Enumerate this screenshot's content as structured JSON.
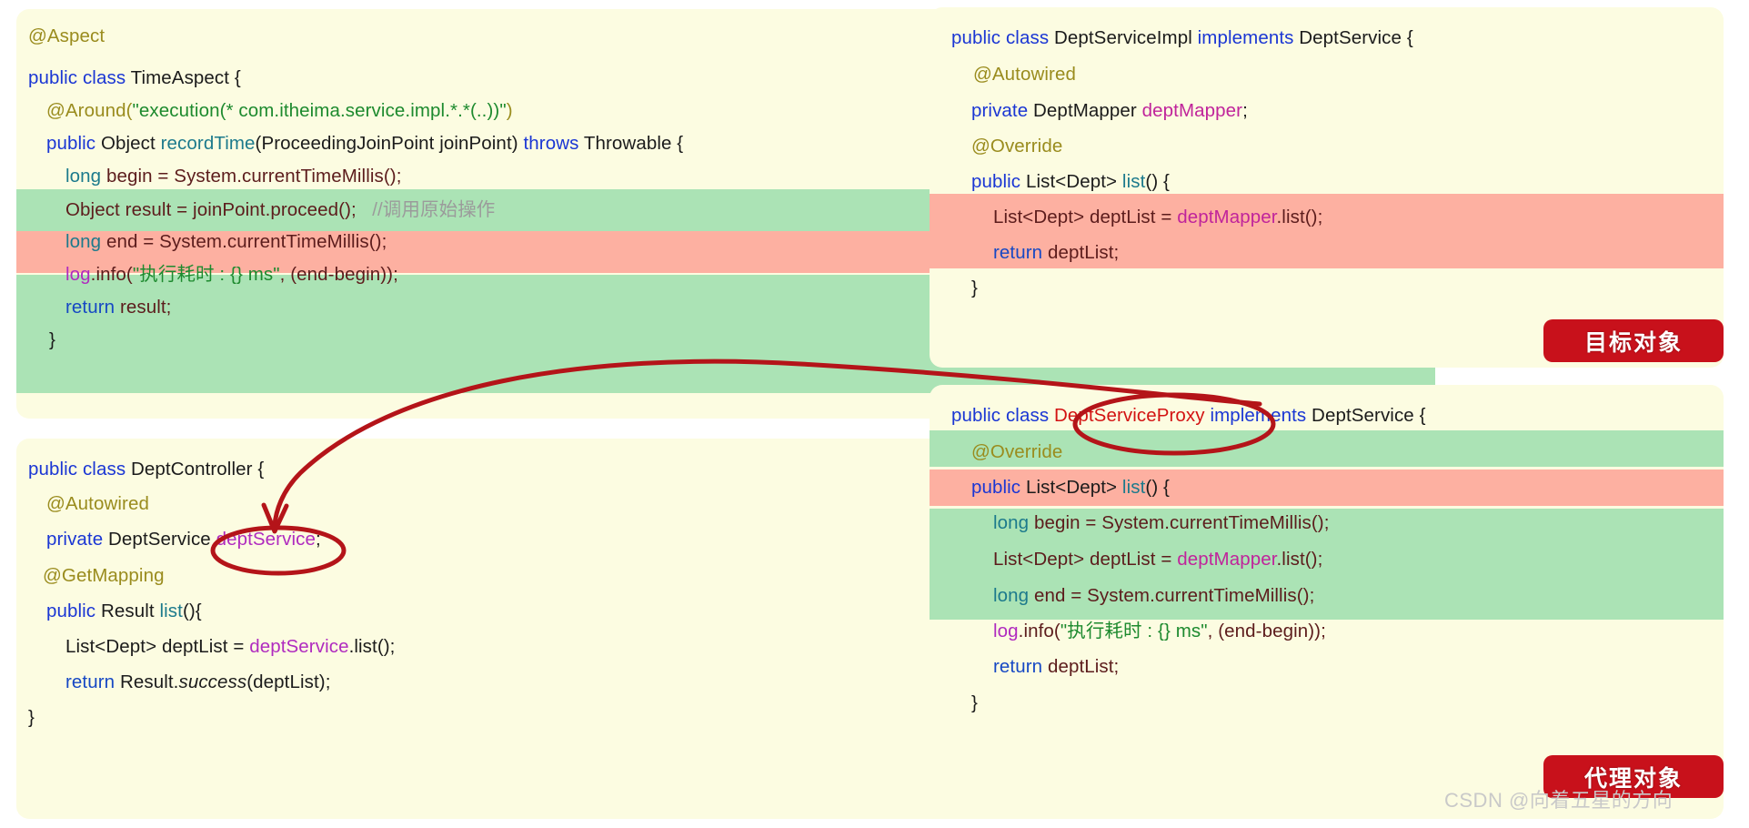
{
  "colors": {
    "panel_bg": "#fcfce1",
    "highlight_green": "#abe3b5",
    "highlight_pink": "#fdb0a1",
    "badge_red": "#c8111b",
    "annotation_red": "#b41419",
    "keyword_blue": "#1a36d4",
    "annotation_olive": "#9a8c1e",
    "string_green": "#1d8a2e",
    "field_purple": "#b02bbf",
    "method_teal": "#1c7a8c",
    "comment_gray": "#9b9b9b",
    "page_bg": "#ffffff"
  },
  "panels": {
    "aspect": {
      "name": "TimeAspect",
      "lines": [
        {
          "id": "l1",
          "text": "@Aspect",
          "highlight": "none"
        },
        {
          "id": "l2",
          "text": "public class TimeAspect {",
          "highlight": "none"
        },
        {
          "id": "l3",
          "text": "@Around(\"execution(* com.itheima.service.impl.*.*(..))\")",
          "highlight": "none"
        },
        {
          "id": "l4",
          "text": "public Object recordTime(ProceedingJoinPoint joinPoint) throws Throwable {",
          "highlight": "none"
        },
        {
          "id": "l5",
          "text": "long begin = System.currentTimeMillis();",
          "highlight": "green"
        },
        {
          "id": "l6",
          "text": "Object result = joinPoint.proceed();   //调用原始操作",
          "highlight": "pink"
        },
        {
          "id": "l7",
          "text": "long end = System.currentTimeMillis();",
          "highlight": "green"
        },
        {
          "id": "l8",
          "text": "log.info(\"执行耗时 : {} ms\", (end-begin));",
          "highlight": "green"
        },
        {
          "id": "l9",
          "text": "return result;",
          "highlight": "green"
        },
        {
          "id": "l10",
          "text": "}",
          "highlight": "none"
        }
      ]
    },
    "controller": {
      "name": "DeptController",
      "lines": [
        {
          "id": "c1",
          "text": "public class DeptController {",
          "highlight": "none"
        },
        {
          "id": "c2",
          "text": "@Autowired",
          "highlight": "none"
        },
        {
          "id": "c3",
          "text": "private DeptService deptService;",
          "highlight": "none"
        },
        {
          "id": "c4",
          "text": "@GetMapping",
          "highlight": "none"
        },
        {
          "id": "c5",
          "text": "public Result list(){",
          "highlight": "none"
        },
        {
          "id": "c6",
          "text": "List<Dept> deptList = deptService.list();",
          "highlight": "none"
        },
        {
          "id": "c7",
          "text": "return Result.success(deptList);",
          "highlight": "none"
        },
        {
          "id": "c8",
          "text": "}",
          "highlight": "none"
        }
      ]
    },
    "service_impl": {
      "name": "DeptServiceImpl",
      "badge": "目标对象",
      "lines": [
        {
          "id": "s1",
          "text": "public class DeptServiceImpl implements DeptService {",
          "highlight": "none"
        },
        {
          "id": "s2",
          "text": "@Autowired",
          "highlight": "none"
        },
        {
          "id": "s3",
          "text": "private DeptMapper deptMapper;",
          "highlight": "none"
        },
        {
          "id": "s4",
          "text": "@Override",
          "highlight": "none"
        },
        {
          "id": "s5",
          "text": "public List<Dept> list() {",
          "highlight": "none"
        },
        {
          "id": "s6",
          "text": "List<Dept> deptList = deptMapper.list();",
          "highlight": "pink"
        },
        {
          "id": "s7",
          "text": "return deptList;",
          "highlight": "pink"
        },
        {
          "id": "s8",
          "text": "}",
          "highlight": "none"
        }
      ]
    },
    "service_proxy": {
      "name": "DeptServiceProxy",
      "badge": "代理对象",
      "lines": [
        {
          "id": "p1",
          "text": "public class DeptServiceProxy implements DeptService {",
          "highlight": "none"
        },
        {
          "id": "p2",
          "text": "@Override",
          "highlight": "none"
        },
        {
          "id": "p3",
          "text": "public List<Dept> list() {",
          "highlight": "none"
        },
        {
          "id": "p4",
          "text": "long begin = System.currentTimeMillis();",
          "highlight": "green"
        },
        {
          "id": "p5",
          "text": "List<Dept> deptList = deptMapper.list();",
          "highlight": "pink"
        },
        {
          "id": "p6",
          "text": "long end = System.currentTimeMillis();",
          "highlight": "green"
        },
        {
          "id": "p7",
          "text": "log.info(\"执行耗时 : {} ms\", (end-begin));",
          "highlight": "green"
        },
        {
          "id": "p8",
          "text": "return deptList;",
          "highlight": "green"
        },
        {
          "id": "p9",
          "text": "}",
          "highlight": "none"
        }
      ]
    }
  },
  "annotations": {
    "badge_target": "目标对象",
    "badge_proxy": "代理对象",
    "circled_proxy_class": "DeptServiceProxy",
    "circled_field": "deptService",
    "arrow": "curved arrow from DeptServiceProxy to deptService field"
  },
  "watermark": "CSDN @向着五星的方向"
}
